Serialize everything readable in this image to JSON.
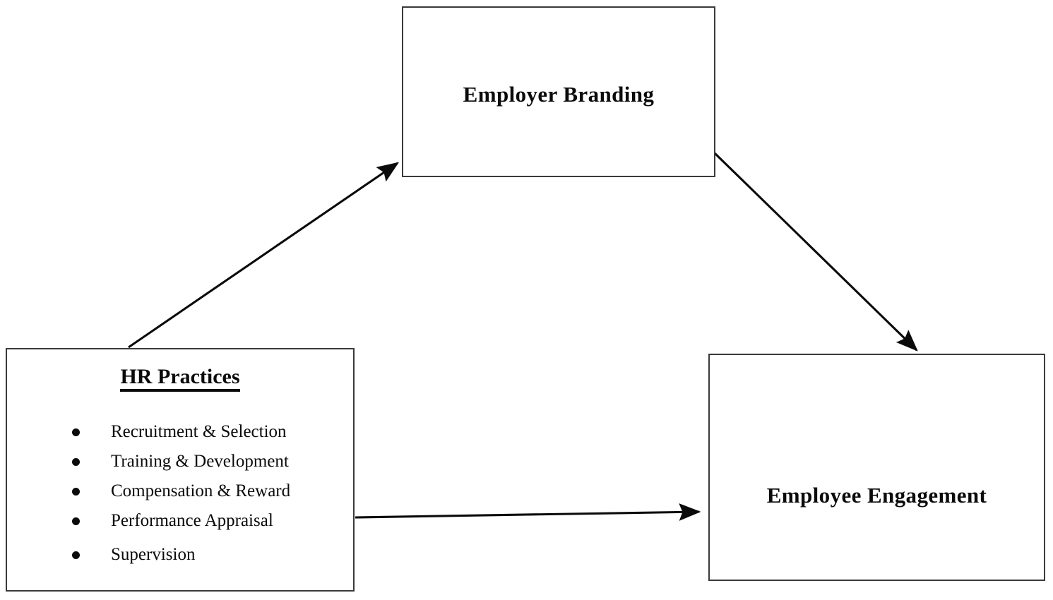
{
  "diagram": {
    "type": "conceptual-framework",
    "background_color": "#ffffff",
    "line_color": "#3a3a3a",
    "text_color": "#0b0b0b",
    "nodes": [
      {
        "id": "employer-branding",
        "label": "Employer Branding"
      },
      {
        "id": "hr-practices",
        "label": "HR Practices",
        "items": [
          "Recruitment & Selection",
          "Training & Development",
          "Compensation & Reward",
          "Performance Appraisal",
          "Supervision"
        ]
      },
      {
        "id": "employee-engagement",
        "label": "Employee Engagement"
      }
    ],
    "connectors": [
      {
        "id": "hr-practices-to-employer-branding",
        "from": "hr-practices",
        "to": "employer-branding",
        "style": "solid-arrow"
      },
      {
        "id": "employer-branding-to-employee-engagement",
        "from": "employer-branding",
        "to": "employee-engagement",
        "style": "solid-arrow"
      },
      {
        "id": "hr-practices-to-employee-engagement",
        "from": "hr-practices",
        "to": "employee-engagement",
        "style": "solid-arrow"
      }
    ]
  }
}
